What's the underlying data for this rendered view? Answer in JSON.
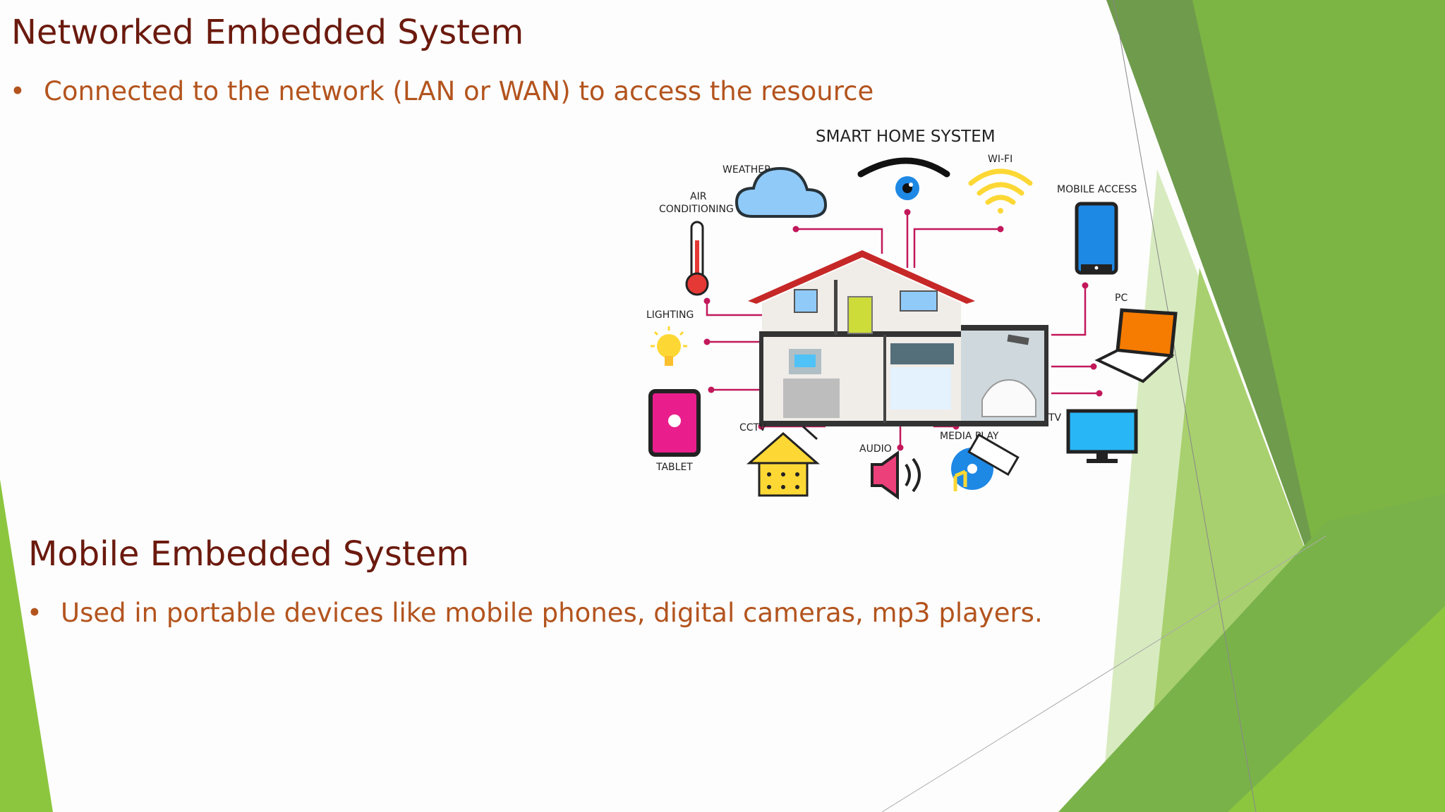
{
  "slide": {
    "colors": {
      "heading": "#6b1a0e",
      "bullet_text": "#b3541e",
      "green_dark": "#6a9a48",
      "green_mid": "#7cb342",
      "green_light": "#c5e1a5",
      "connector": "#c2185b"
    },
    "section1": {
      "title": "Networked Embedded System",
      "bullet_marker": "•",
      "bullet": "Connected to the network (LAN or WAN) to access the resource"
    },
    "section2": {
      "title": "Mobile Embedded System",
      "bullet_marker": "•",
      "bullet": "Used in portable devices like mobile phones, digital cameras, mp3 players."
    }
  },
  "diagram": {
    "title": "SMART HOME SYSTEM",
    "labels": {
      "weather": "WEATHER",
      "wifi": "WI-FI",
      "mobile_access": "MOBILE ACCESS",
      "air_conditioning_1": "AIR",
      "air_conditioning_2": "CONDITIONING",
      "lighting": "LIGHTING",
      "pc": "PC",
      "tablet": "TABLET",
      "cctv": "CCTV",
      "audio": "AUDIO",
      "media_play": "MEDIA PLAY",
      "tv": "TV"
    },
    "icons": [
      "cloud-icon",
      "eye-icon",
      "wifi-icon",
      "smartphone-icon",
      "thermometer-icon",
      "lightbulb-icon",
      "laptop-icon",
      "tablet-icon",
      "house-icon",
      "speaker-icon",
      "media-disc-icon",
      "tv-icon"
    ]
  }
}
